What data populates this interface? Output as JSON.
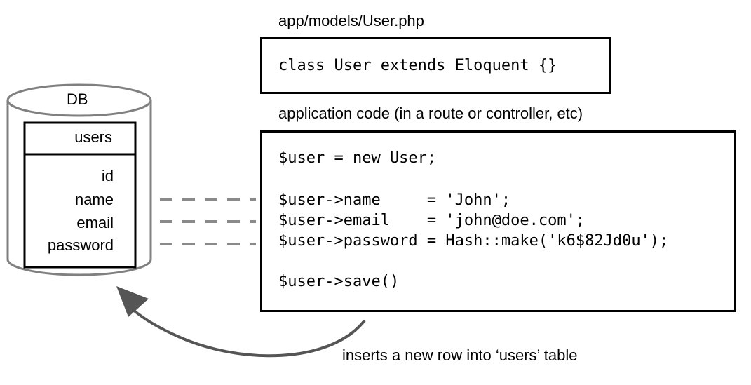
{
  "model_file": {
    "path_label": "app/models/User.php",
    "code": "class User extends Eloquent {}"
  },
  "app_code": {
    "label": "application code (in a route or controller, etc)",
    "lines": [
      "$user = new User;",
      "",
      "$user->name     = 'John';",
      "$user->email    = 'john@doe.com';",
      "$user->password = Hash::make('k6$82Jd0u');",
      "",
      "$user->save()"
    ]
  },
  "database": {
    "title": "DB",
    "table_name": "users",
    "columns": [
      "id",
      "name",
      "email",
      "password"
    ]
  },
  "caption": "inserts a new row into ‘users’ table",
  "colors": {
    "db_outline": "#808080",
    "dash": "#8a8a8a",
    "arrow": "#555555",
    "box_border": "#000000"
  }
}
